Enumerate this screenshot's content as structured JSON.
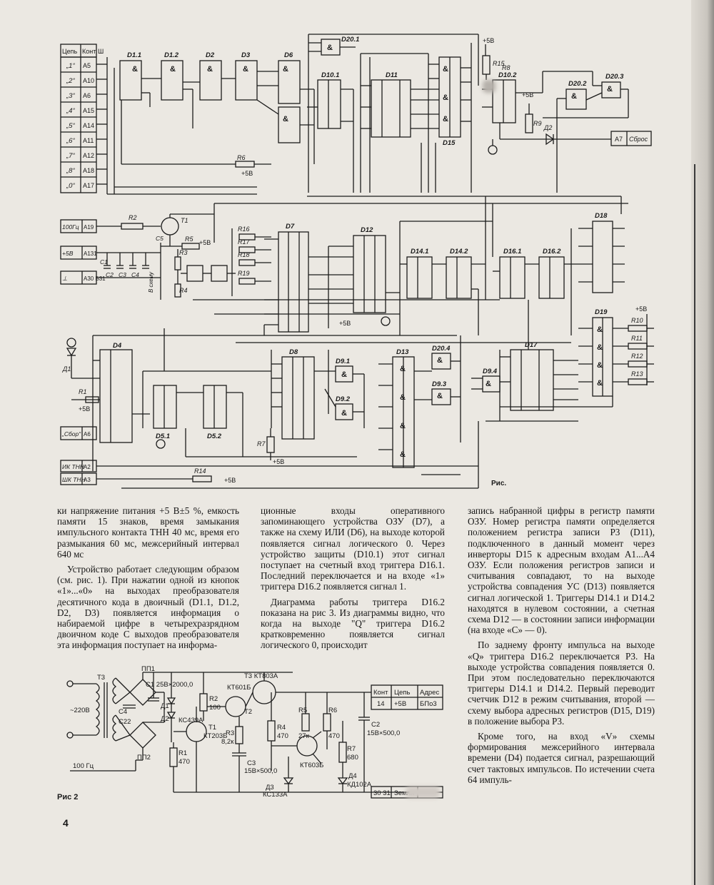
{
  "page_number": "4",
  "fig1": {
    "caption": "Рис.",
    "table_header": {
      "circuit": "Цепь",
      "contact": "Конт",
      "connector": "Ш"
    },
    "keys": [
      {
        "label": "„1“",
        "pin": "А5"
      },
      {
        "label": "„2“",
        "pin": "А10"
      },
      {
        "label": "„3“",
        "pin": "А6"
      },
      {
        "label": "„4“",
        "pin": "А15"
      },
      {
        "label": "„5“",
        "pin": "А14"
      },
      {
        "label": "„6“",
        "pin": "А11"
      },
      {
        "label": "„7“",
        "pin": "А12"
      },
      {
        "label": "„8“",
        "pin": "А18"
      },
      {
        "label": "„0“",
        "pin": "А17"
      }
    ],
    "left_inputs": [
      {
        "label": "100Гц",
        "pin": "А19"
      },
      {
        "label": "+5В",
        "pin": "А131"
      },
      {
        "label": "⊥",
        "pin": "А30 Б31"
      }
    ],
    "bottom_inputs": [
      {
        "label": "„Сбор“",
        "pin": "А6"
      },
      {
        "label": "ИК ТНН",
        "pin": "А2"
      },
      {
        "label": "ШК ТНН",
        "pin": "А3"
      }
    ],
    "reset_box": {
      "pin": "А7",
      "label": "Сброс"
    },
    "chips": [
      "D1.1",
      "D1.2",
      "D2",
      "D3",
      "D6",
      "D20.1",
      "D10.1",
      "D11",
      "D15",
      "D10.2",
      "D20.2",
      "D20.3",
      "D7",
      "D12",
      "D14.1",
      "D14.2",
      "D16.1",
      "D16.2",
      "D18",
      "D19",
      "D4",
      "D5.1",
      "D5.2",
      "D8",
      "D9.1",
      "D9.2",
      "D13",
      "D20.4",
      "D9.3",
      "D9.4",
      "D17"
    ],
    "resistors": [
      "R1",
      "R2",
      "R3",
      "R4",
      "R5",
      "R6",
      "R7",
      "R8",
      "R9",
      "R10",
      "R11",
      "R12",
      "R13",
      "R14",
      "R15",
      "R16",
      "R17",
      "R18",
      "R19"
    ],
    "capacitors": [
      "C1",
      "C2",
      "C3",
      "C4",
      "C5"
    ],
    "transistor": "T1",
    "diodes": [
      "Д1",
      "Д2"
    ],
    "supply": "+5В",
    "note": "В схему"
  },
  "fig2": {
    "caption": "Рис 2",
    "parts": {
      "transformer": "Т3",
      "bridge1": "ПП1",
      "bridge2": "ПП2",
      "c1": "С1 25В×2000,0",
      "c4": "С4",
      "c22": "С22",
      "d1": "Д1",
      "d2": "Д2",
      "zener": "КС439А",
      "r1": "R1",
      "r1v": "470",
      "r2": "R2",
      "r2v": "100",
      "t1": "Т1",
      "t1v": "КТ203Б",
      "t2": "Т2",
      "t2v": "КТ601Б",
      "t3": "Т3 КТ803А",
      "r3": "R3",
      "r3v": "8,2к",
      "r4": "R4",
      "r4v": "470",
      "r5": "R5",
      "r5v": "27к",
      "r6": "R6",
      "r6v": "470",
      "r7": "R7",
      "r7v": "680",
      "c2": "С2",
      "c2v": "15В×500,0",
      "c3": "С3",
      "c3v": "15В×500,0",
      "d3": "Д3",
      "d3v": "КС133А",
      "d4": "Д4",
      "d4v": "КД102А",
      "t4v": "КТ603Б",
      "mains": "~220В",
      "freq": "100 Гц"
    },
    "table": {
      "headers": [
        "Конт",
        "Цепь",
        "Адрес"
      ],
      "row": [
        "14",
        "+5В",
        "БПо3"
      ],
      "bottom": [
        "30 31",
        "Земля"
      ]
    }
  },
  "text": {
    "col1": [
      "ки напряжение питания +5 В±5 %, емкость памяти 15 знаков, время замыкания импульсного контакта ТНН 40 мс, время его размыкания 60 мс, межсерийный интервал 640 мс",
      "Устройство работает следующим образом (см. рис. 1). При нажатии одной из кнопок «1»...«0» на выходах преобразователя десятичного кода в двоичный (D1.1, D1.2, D2, D3) появляется информация о набираемой цифре в четырехразрядном двоичном коде С выходов преобразователя эта информация поступает на информа-"
    ],
    "col2": [
      "ционные входы оперативного запоминающего устройства ОЗУ (D7), а также на схему ИЛИ (D6), на выходе которой появляется сигнал логического 0. Через устройство защиты (D10.1) этот сигнал поступает на счетный вход триггера D16.1. Последний переключается и на входе «1» триггера D16.2 появляется сигнал 1.",
      "Диаграмма работы триггера D16.2 показана на рис 3. Из диаграммы видно, что когда на выходе \"Q\" триггера D16.2 кратковременно появляется сигнал логического 0, происходит"
    ],
    "col3": [
      "запись набранной цифры в регистр памяти ОЗУ. Номер регистра памяти определяется положением регистра записи Р3 (D11), подключенного в данный момент через инверторы D15 к адресным входам А1...А4 ОЗУ. Если положения регистров записи и считывания совпадают, то на выходе устройства совпадения УС (D13) появляется сигнал логической 1. Триггеры D14.1 и D14.2 находятся в нулевом состоянии, а счетная схема D12 — в состоянии записи информации (на входе «С» — 0).",
      "По заднему фронту импульса на выходе «Q» триггера D16.2 переключается Р3. На выходе устройства совпадения появляется 0. При этом последовательно переключаются триггеры D14.1 и D14.2. Первый переводит счетчик D12 в режим считывания, второй — схему выбора адресных регистров (D15, D19) в положение выбора Р3.",
      "Кроме того, на вход «V» схемы формирования межсерийного интервала времени (D4) подается сигнал, разрешающий счет тактовых импульсов. По истечении счета 64 импуль-"
    ]
  }
}
